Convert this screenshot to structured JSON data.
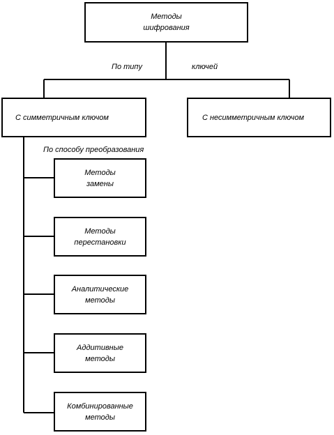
{
  "root": {
    "line1": "Методы",
    "line2": "шифрования"
  },
  "edge_labels": {
    "by_type_left": "По типу",
    "by_type_right": "ключей",
    "by_transform": "По способу преобразования"
  },
  "branches": {
    "symmetric": "С симметричным ключом",
    "asymmetric": "С несимметричным ключом"
  },
  "methods": [
    {
      "line1": "Методы",
      "line2": "замены"
    },
    {
      "line1": "Методы",
      "line2": "перестановки"
    },
    {
      "line1": "Аналитические",
      "line2": "методы"
    },
    {
      "line1": "Аддитивные",
      "line2": "методы"
    },
    {
      "line1": "Комбинированные",
      "line2": "методы"
    }
  ],
  "colors": {
    "line": "#000000",
    "background": "#ffffff"
  }
}
